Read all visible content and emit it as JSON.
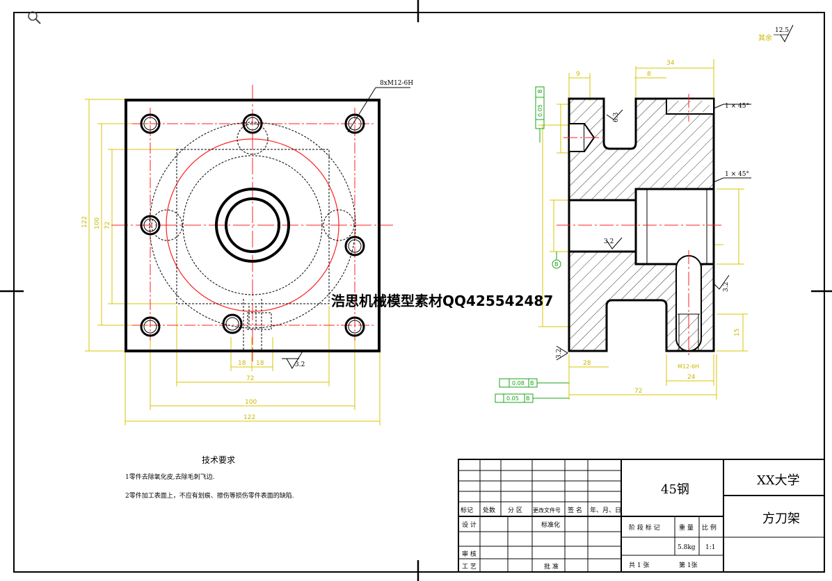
{
  "colors": {
    "outline": "#000000",
    "center_line": "#ff1f1f",
    "dimension": "#d8c400",
    "annotation": "#19a319",
    "hatch": "#000000"
  },
  "icons": {
    "zoom": "magnifier-icon"
  },
  "roughness_note": {
    "label": "其余",
    "value": "12.5"
  },
  "hole_callout": "8xM12-6H",
  "chamfer_top": "1 × 45°",
  "chamfer_mid": "1 × 45°",
  "watermark": "浩思机械模型素材QQ425542487",
  "front_dims": {
    "inner": "72",
    "middle": "100",
    "outer": "122",
    "slot_a": "18",
    "slot_b": "18",
    "roughness": "3.2"
  },
  "side_dims": {
    "top_width": "34",
    "step": "9",
    "offset": "8",
    "bottom_a": "28",
    "bottom_total": "72",
    "thread": "M12-6H",
    "thread_width": "24",
    "right_height": "15",
    "roughness_a": "6.3",
    "roughness_b": "3.2",
    "roughness_c": "3.2",
    "roughness_d": "3.2",
    "datum": "B",
    "tol_top": "0.05",
    "tol_mid": "0.08",
    "tol_bot": "0.05"
  },
  "tech": {
    "heading": "技术要求",
    "req1": "1零件去除氧化皮,去除毛刺飞边.",
    "req2": "2零件加工表面上，不应有划痕、擦伤等损伤零件表面的缺陷."
  },
  "title_block": {
    "material": "45钢",
    "school": "XX大学",
    "part_name": "方刀架",
    "h_mark": "标记",
    "h_count": "处数",
    "h_zone": "分 区",
    "h_change": "更改文件号",
    "h_sign": "签 名",
    "h_date": "年、月、日",
    "r_design": "设 计",
    "r_standard": "标准化",
    "r_review": "审 核",
    "r_process": "工 艺",
    "r_approve": "批 准",
    "h_stage": "阶 段 标 记",
    "h_weight": "重 量",
    "h_scale": "比 例",
    "weight": "5.8kg",
    "scale": "1:1",
    "sheet_total": "共 1 张",
    "sheet_no": "第 1张"
  }
}
